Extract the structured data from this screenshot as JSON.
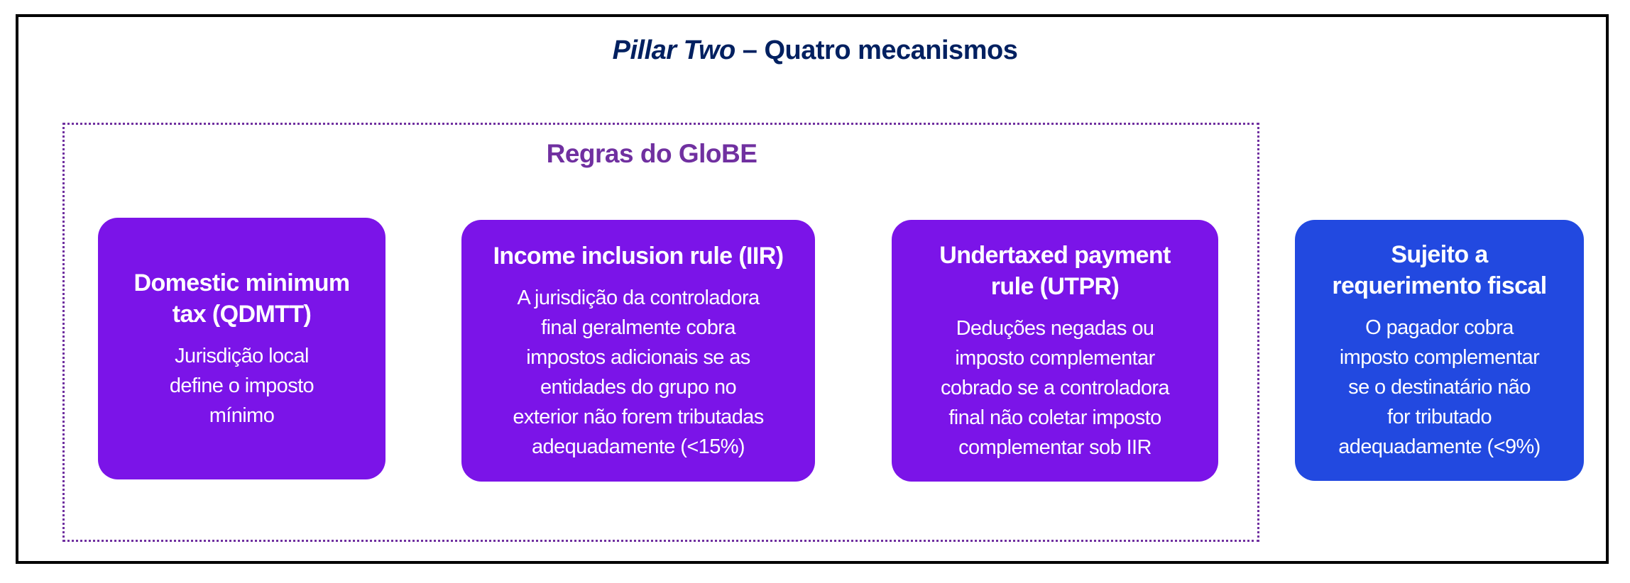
{
  "title": {
    "italic": "Pillar Two",
    "rest": " – Quatro mecanismos"
  },
  "globe_group": {
    "title": "Regras do GloBE"
  },
  "cards": [
    {
      "heading": "Domestic minimum\ntax (QDMTT)",
      "body": "Jurisdição local\ndefine o imposto\nmínimo",
      "color": "#7B14E8"
    },
    {
      "heading": "Income inclusion rule (IIR)",
      "body": "A jurisdição da controladora\nfinal geralmente cobra\nimpostos adicionais se as\nentidades do grupo no\nexterior não forem tributadas\nadequadamente (<15%)",
      "color": "#7B14E8"
    },
    {
      "heading": "Undertaxed payment\nrule (UTPR)",
      "body": "Deduções negadas ou\nimposto complementar\ncobrado se a controladora\nfinal não coletar imposto\ncomplementar sob IIR",
      "color": "#7B14E8"
    },
    {
      "heading": "Sujeito a\nrequerimento fiscal",
      "body": "O pagador cobra\nimposto complementar\nse o destinatário não\nfor tributado\nadequadamente (<9%)",
      "color": "#2249E0"
    }
  ]
}
